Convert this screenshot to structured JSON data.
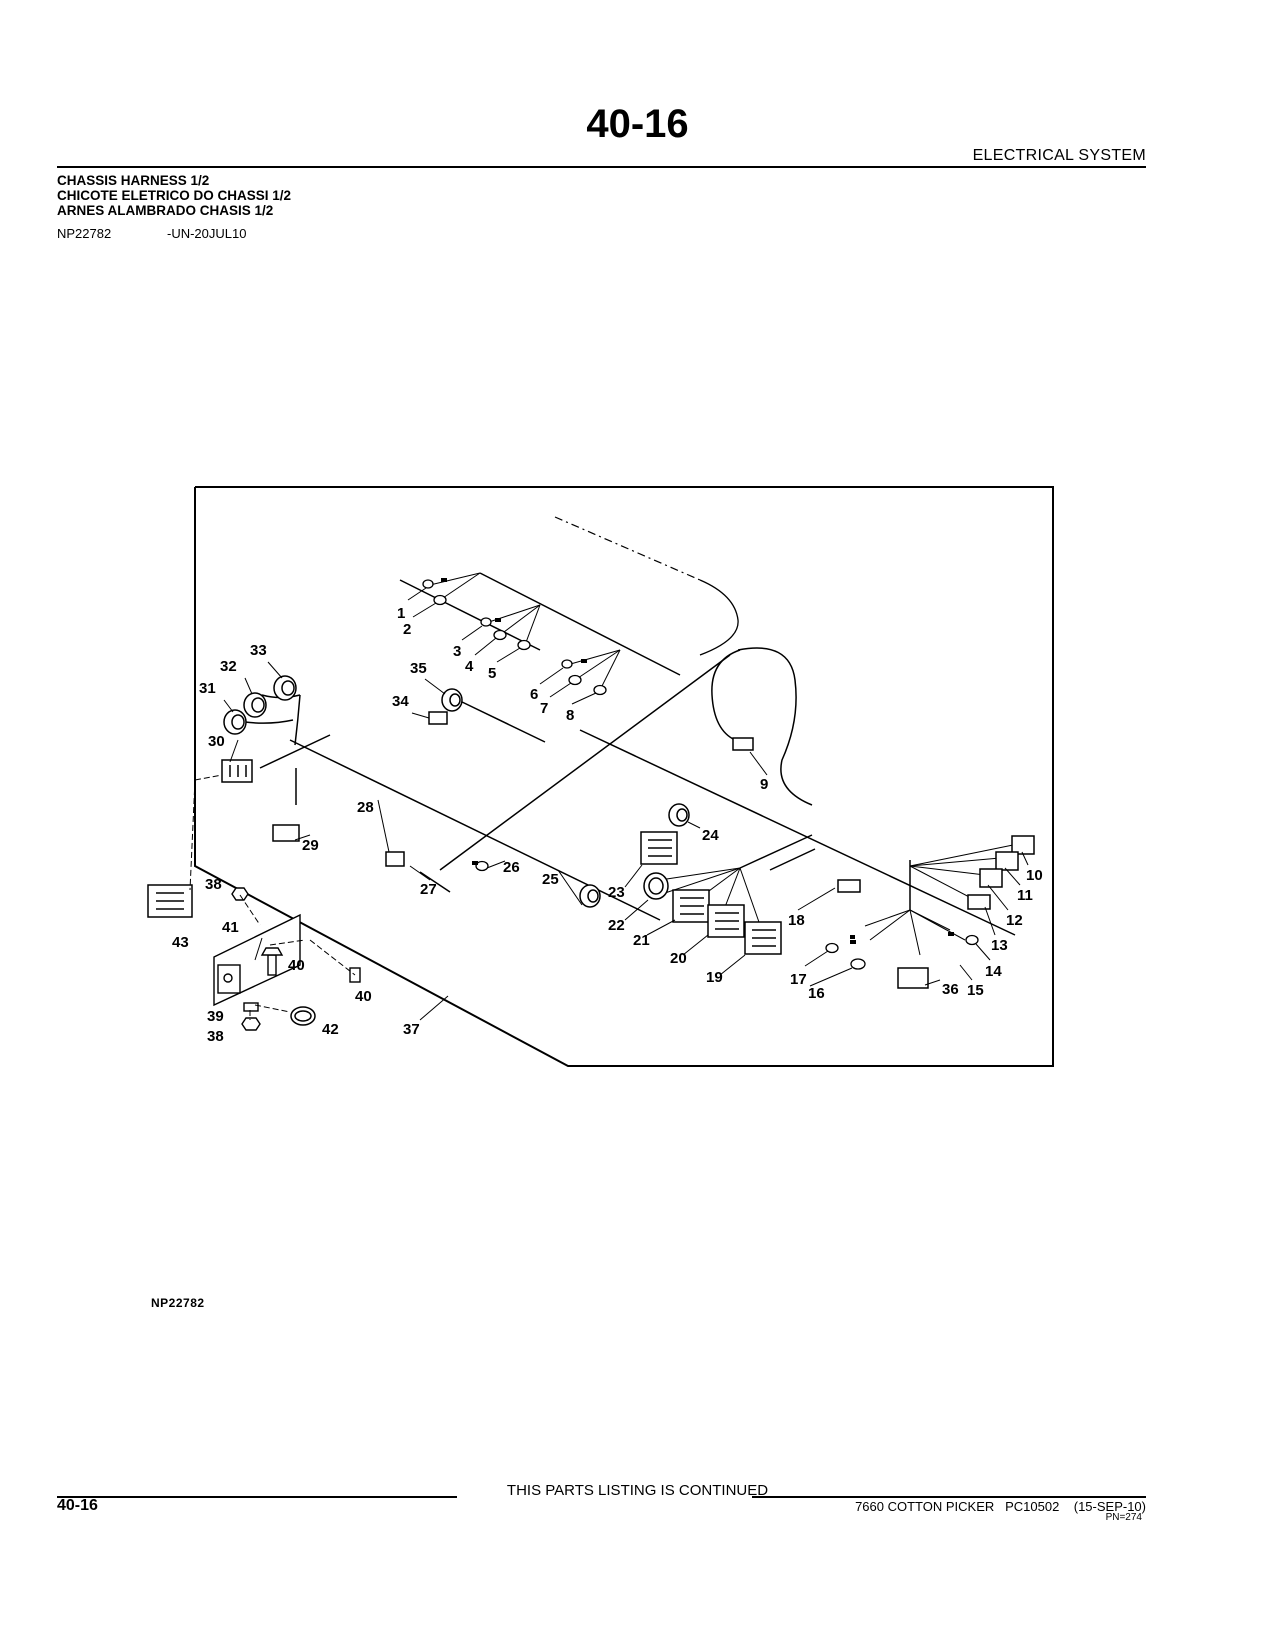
{
  "header": {
    "page_number": "40-16",
    "section_title": "ELECTRICAL  SYSTEM"
  },
  "titles": {
    "en": "CHASSIS HARNESS 1/2",
    "pt": "CHICOTE ELETRICO DO CHASSI 1/2",
    "es": "ARNES ALAMBRADO CHASIS 1/2"
  },
  "figure": {
    "ref": "NP22782",
    "date": "-UN-20JUL10",
    "code": "NP22782",
    "callouts": [
      "1",
      "2",
      "3",
      "4",
      "5",
      "6",
      "7",
      "8",
      "9",
      "10",
      "11",
      "12",
      "13",
      "14",
      "15",
      "16",
      "17",
      "18",
      "19",
      "20",
      "21",
      "22",
      "23",
      "24",
      "25",
      "26",
      "27",
      "28",
      "29",
      "30",
      "31",
      "32",
      "33",
      "34",
      "35",
      "36",
      "37",
      "38",
      "39",
      "40",
      "41",
      "42",
      "43"
    ]
  },
  "footer": {
    "continued": "THIS PARTS LISTING IS CONTINUED",
    "page": "40-16",
    "info": "7660 COTTON PICKER   PC10502    (15-SEP-10)",
    "pn": "PN=274"
  }
}
